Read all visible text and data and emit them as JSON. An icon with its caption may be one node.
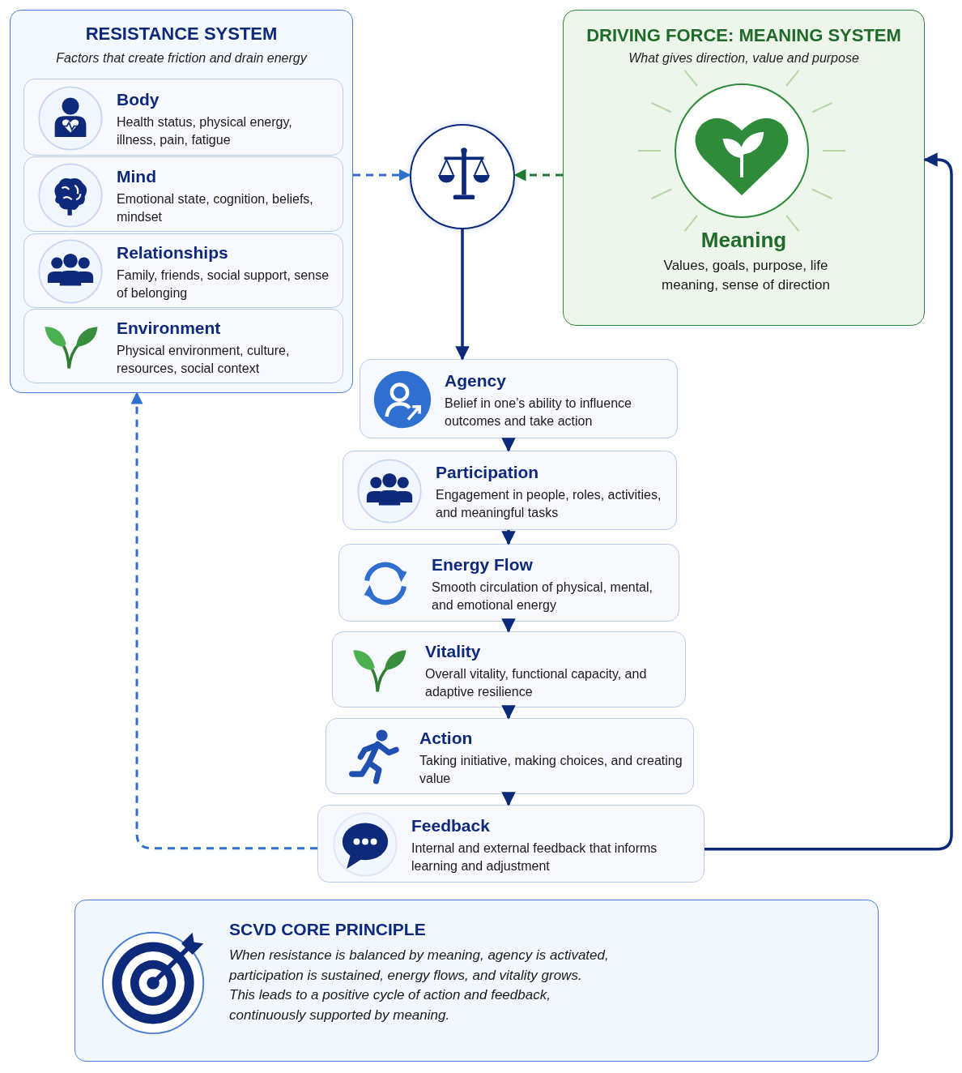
{
  "diagram": {
    "nodes": [
      {
        "text": [
          "RESISTANCE SYSTEM",
          "Factors that create friction and drain energy"
        ]
      },
      {
        "text": [
          "Body",
          "Health status, physical energy, illness, pain, fatigue"
        ],
        "in": 0
      },
      {
        "text": [
          "Mind",
          "Emotional state, cognition, beliefs, mindset"
        ],
        "in": 0
      },
      {
        "text": [
          "Relationships",
          "Family, friends, social support, sense of belonging"
        ],
        "in": 0
      },
      {
        "text": [
          "Environment",
          "Physical environment, culture, resources, social context"
        ],
        "in": 0
      },
      {
        "text": [],
        "shape": "circle"
      },
      {
        "text": [
          "DRIVING FORCE: MEANING SYSTEM",
          "What gives direction, value and purpose",
          "Meaning",
          "Values, goals, purpose, life meaning, sense of direction"
        ]
      },
      {
        "text": [
          "Agency",
          "Belief in one’s ability to influence outcomes and take action"
        ]
      },
      {
        "text": [
          "Participation",
          "Engagement in people, roles, activities, and meaningful tasks"
        ]
      },
      {
        "text": [
          "Energy Flow",
          "Smooth circulation of physical, mental, and emotional energy"
        ]
      },
      {
        "text": [
          "Vitality",
          "Overall vitality, functional capacity, and adaptive resilience"
        ]
      },
      {
        "text": [
          "Action",
          "Taking initiative, making choices, and creating value"
        ]
      },
      {
        "text": [
          "Feedback",
          "Internal and external feedback that informs learning and adjustment"
        ]
      },
      {
        "text": [
          "SCVD CORE PRINCIPLE",
          "When resistance is balanced by meaning, agency is activated, participation is sustained, energy flows, and vitality grows. This leads to a positive cycle of action and feedback, continuously supported by meaning."
        ]
      }
    ],
    "edges": [
      {
        "from": 0,
        "to": 5,
        "arrow": "to",
        "style": "dashed",
        "color": "#2f6fd0"
      },
      {
        "from": 6,
        "to": 5,
        "arrow": "to",
        "style": "dashed",
        "color": "#1e7a2e"
      },
      {
        "from": 5,
        "to": 7,
        "arrow": "to"
      },
      {
        "from": 7,
        "to": 8,
        "arrow": "to"
      },
      {
        "from": 8,
        "to": 9,
        "arrow": "to"
      },
      {
        "from": 9,
        "to": 10,
        "arrow": "to"
      },
      {
        "from": 10,
        "to": 11,
        "arrow": "to"
      },
      {
        "from": 11,
        "to": 12,
        "arrow": "to"
      },
      {
        "from": 12,
        "to": 0,
        "arrow": "to",
        "style": "dashed",
        "color": "#2f6fd0"
      },
      {
        "from": 12,
        "to": 6,
        "arrow": "to"
      }
    ]
  }
}
